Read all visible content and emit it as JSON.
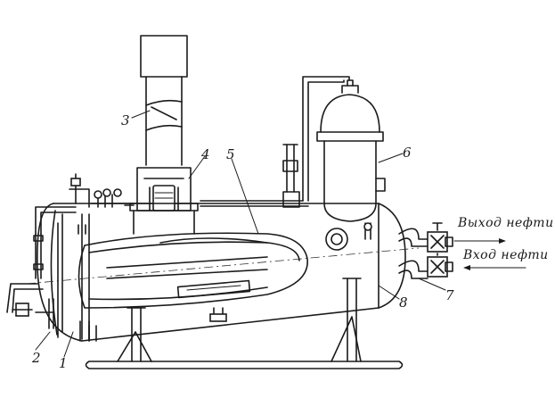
{
  "labels": {
    "l1": "1",
    "l2": "2",
    "l3": "3",
    "l4": "4",
    "l5": "5",
    "l6": "6",
    "l7": "7",
    "l8": "8"
  },
  "captions": {
    "oil_out": "Выход нефти",
    "oil_in": "Вход нефти"
  }
}
